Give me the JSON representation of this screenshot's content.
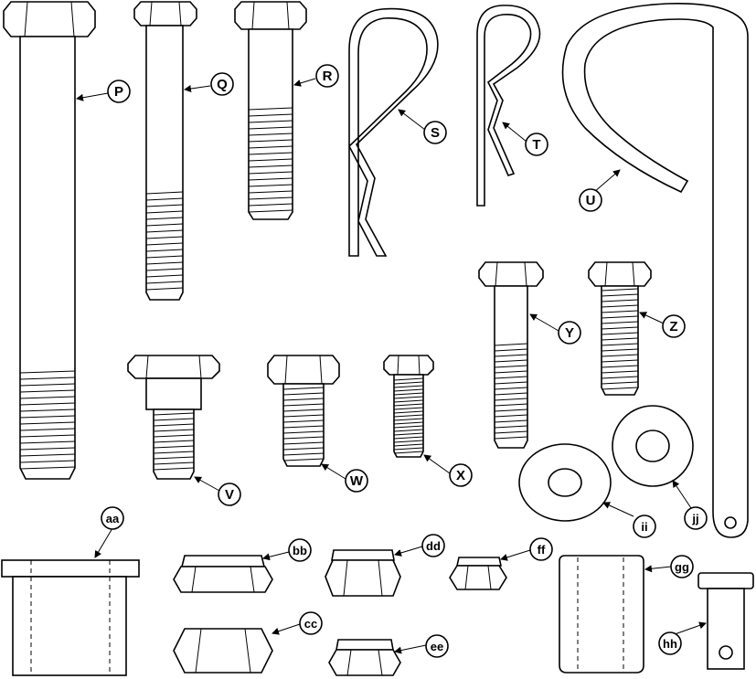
{
  "parts": [
    {
      "id": "bolt-p",
      "label": "P"
    },
    {
      "id": "bolt-q",
      "label": "Q"
    },
    {
      "id": "bolt-r",
      "label": "R"
    },
    {
      "id": "hair-pin-s",
      "label": "S"
    },
    {
      "id": "hair-pin-t",
      "label": "T"
    },
    {
      "id": "hook-u",
      "label": "U"
    },
    {
      "id": "bolt-v",
      "label": "V"
    },
    {
      "id": "bolt-w",
      "label": "W"
    },
    {
      "id": "bolt-x",
      "label": "X"
    },
    {
      "id": "bolt-y",
      "label": "Y"
    },
    {
      "id": "bolt-z",
      "label": "Z"
    },
    {
      "id": "bushing-aa",
      "label": "aa"
    },
    {
      "id": "lock-nut-bb",
      "label": "bb"
    },
    {
      "id": "nut-cc",
      "label": "cc"
    },
    {
      "id": "lock-nut-dd",
      "label": "dd"
    },
    {
      "id": "lock-nut-ee",
      "label": "ee"
    },
    {
      "id": "lock-nut-ff",
      "label": "ff"
    },
    {
      "id": "bushing-gg",
      "label": "gg"
    },
    {
      "id": "clevis-pin-hh",
      "label": "hh"
    },
    {
      "id": "washer-ii",
      "label": "ii"
    },
    {
      "id": "washer-jj",
      "label": "jj"
    }
  ]
}
